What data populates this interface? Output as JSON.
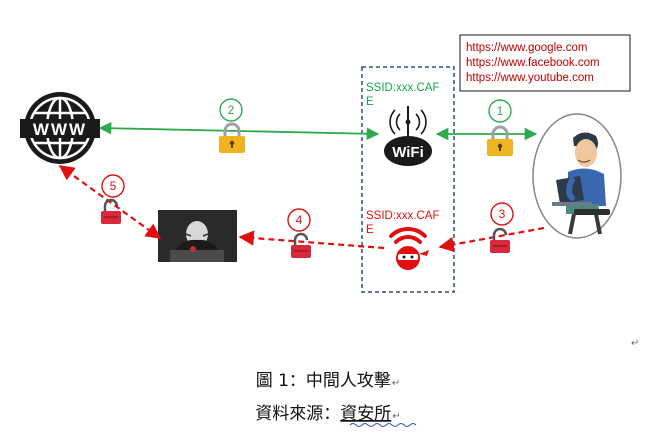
{
  "diagram": {
    "www_label": "WWW",
    "legit_ap": {
      "ssid_line1": "SSID:xxx.CAF",
      "ssid_line2": "E",
      "wifi_label": "WiFi"
    },
    "rogue_ap": {
      "ssid_line1": "SSID:xxx.CAF",
      "ssid_line2": "E"
    },
    "url_box": {
      "urls": [
        "https://www.google.com",
        "https://www.facebook.com",
        "https://www.youtube.com"
      ]
    },
    "steps": [
      "1",
      "2",
      "3",
      "4",
      "5"
    ],
    "colors": {
      "legit_link": "#2eaa4e",
      "attack_link": "#e01010",
      "ssid_green": "#18a54a",
      "ssid_red": "#e01010",
      "ap_box": "#2a4f8f",
      "lock_gold": "#f0b420",
      "lock_red": "#d8283a"
    }
  },
  "caption": {
    "title": "圖 1：中間人攻擊",
    "source_prefix": "資料來源：",
    "source_name": "資安所"
  },
  "marks": {
    "paragraph": "↵"
  }
}
